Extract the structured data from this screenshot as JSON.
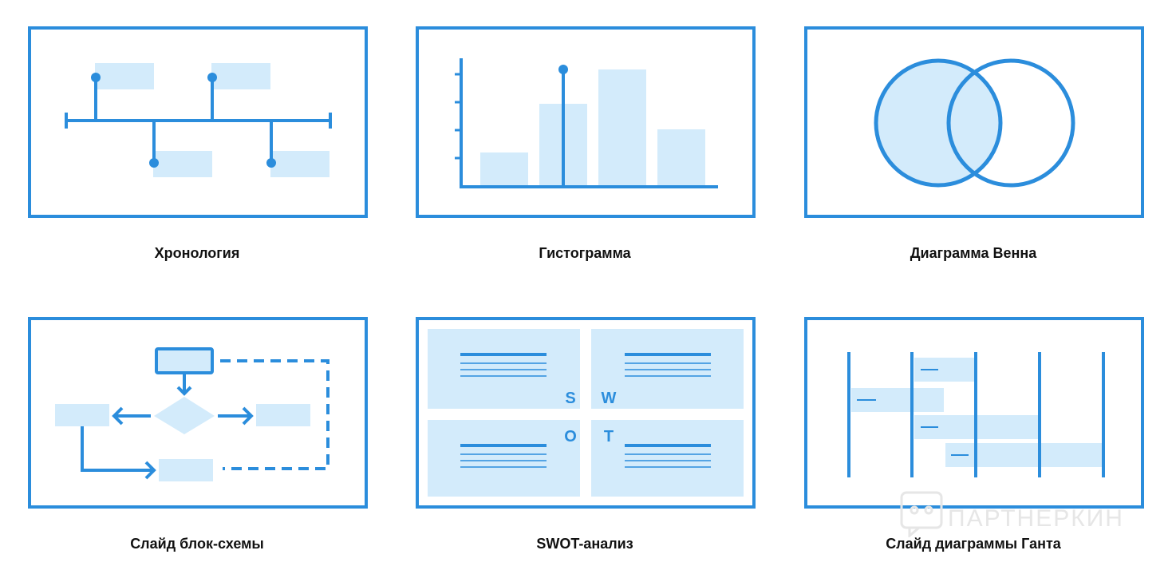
{
  "colors": {
    "accent": "#2b8ddc",
    "fill_light": "#d3ebfb",
    "text": "#111111"
  },
  "cards": [
    {
      "id": "timeline",
      "caption": "Хронология"
    },
    {
      "id": "histogram",
      "caption": "Гистограмма"
    },
    {
      "id": "venn",
      "caption": "Диаграмма Венна"
    },
    {
      "id": "flowchart",
      "caption": "Слайд блок-схемы"
    },
    {
      "id": "swot",
      "caption": "SWOT-анализ",
      "letters": [
        "S",
        "W",
        "O",
        "T"
      ]
    },
    {
      "id": "gantt",
      "caption": "Слайд диаграммы Ганта"
    }
  ],
  "watermark": {
    "text": "ПАРТНЕРКИН"
  }
}
